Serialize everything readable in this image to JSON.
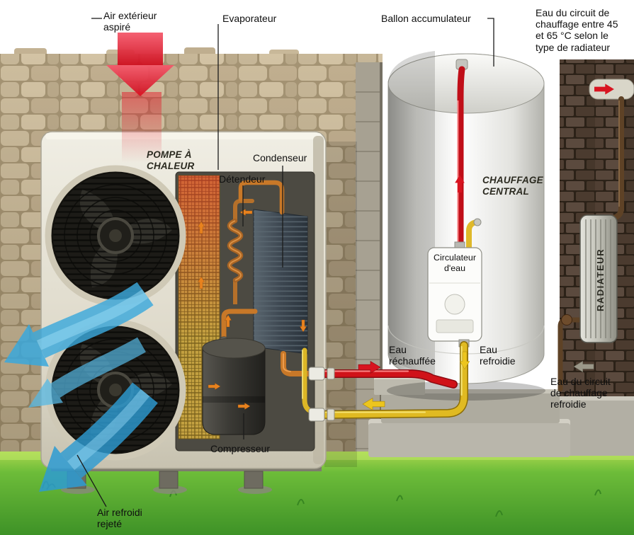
{
  "diagram": {
    "labels": {
      "air_exterieur": "Air extérieur\naspiré",
      "evaporateur": "Evaporateur",
      "ballon": "Ballon accumulateur",
      "circuit_chauffage_chaud": "Eau du circuit de\nchauffage entre 45\net 65 °C selon le\ntype de radiateur",
      "pompe_a_chaleur": "POMPE À\nCHALEUR",
      "detendeur": "Détendeur",
      "condenseur": "Condenseur",
      "chauffage_central": "CHAUFFAGE\nCENTRAL",
      "circulateur": "Circulateur\nd'eau",
      "eau_rechauffee": "Eau\nréchauffée",
      "eau_refroidie": "Eau\nrefroidie",
      "radiateur": "RADIATEUR",
      "circuit_chauffage_refroidi": "Eau du circuit\nde chauffage\nrefroidie",
      "compresseur": "Compresseur",
      "air_refroidi": "Air refroidi\nrejeté"
    },
    "colors": {
      "hot_air": "#e41727",
      "cold_air": "#3aa8dc",
      "hot_water_pipe": "#d01219",
      "cooled_water_pipe": "#e0ba22",
      "copper_pipe": "#c87828",
      "radiator_pipe": "#5e4226",
      "grass": "#5cb32e",
      "stone_wall": "#c9b997",
      "brick_wall": "#4c3c30"
    }
  }
}
